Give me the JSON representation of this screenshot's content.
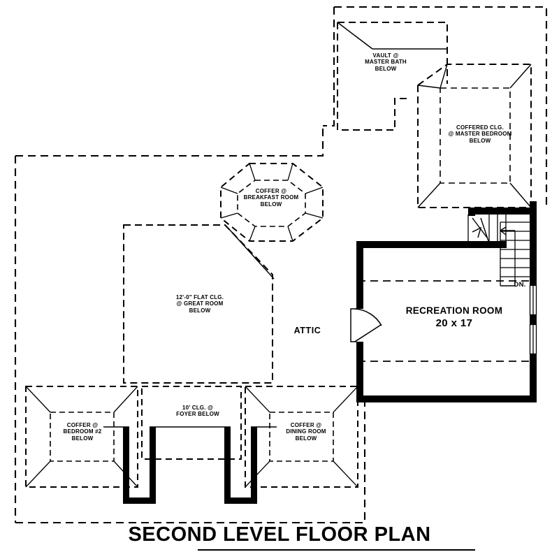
{
  "document": {
    "title": "SECOND LEVEL FLOOR PLAN",
    "drawing_type": "architectural-floor-plan",
    "level": "Second Level",
    "colors": {
      "line": "#000000",
      "wall_solid": "#000000",
      "background": "#ffffff"
    }
  },
  "rooms": [
    {
      "id": "recreation-room",
      "name": "RECREATION ROOM",
      "dimensions": "20 x 17",
      "width_ft": 20,
      "depth_ft": 17,
      "wall_type": "solid",
      "has_door": true,
      "has_windows": true,
      "window_count": 2
    },
    {
      "id": "attic",
      "name": "ATTIC",
      "wall_type": "none",
      "has_door": false,
      "has_windows": false
    }
  ],
  "ceiling_notes": [
    {
      "id": "vault-master-bath",
      "text": "VAULT @\nMASTER BATH\nBELOW",
      "ceiling_type": "VAULT",
      "room_below": "MASTER BATH"
    },
    {
      "id": "coffered-master-bedroom",
      "text": "COFFERED CLG.\n@ MASTER BEDROOM\nBELOW",
      "ceiling_type": "COFFERED CLG.",
      "room_below": "MASTER BEDROOM"
    },
    {
      "id": "coffer-breakfast-room",
      "text": "COFFER @\nBREAKFAST ROOM\nBELOW",
      "ceiling_type": "COFFER",
      "room_below": "BREAKFAST ROOM"
    },
    {
      "id": "flat-great-room",
      "text": "12'-0\" FLAT CLG.\n@ GREAT ROOM\nBELOW",
      "ceiling_type": "12'-0\" FLAT CLG.",
      "room_below": "GREAT ROOM"
    },
    {
      "id": "coffer-bedroom-2",
      "text": "COFFER @\nBEDROOM #2\nBELOW",
      "ceiling_type": "COFFER",
      "room_below": "BEDROOM #2"
    },
    {
      "id": "foyer-clg",
      "text": "10' CLG. @\nFOYER BELOW",
      "ceiling_type": "10' CLG.",
      "room_below": "FOYER"
    },
    {
      "id": "coffer-dining-room",
      "text": "COFFER @\nDINING ROOM\nBELOW",
      "ceiling_type": "COFFER",
      "room_below": "DINING ROOM"
    }
  ],
  "annotations": [
    {
      "id": "stair-direction",
      "text": "DN.",
      "meaning": "stairs going down"
    },
    {
      "id": "attic-label",
      "text": "ATTIC"
    }
  ]
}
